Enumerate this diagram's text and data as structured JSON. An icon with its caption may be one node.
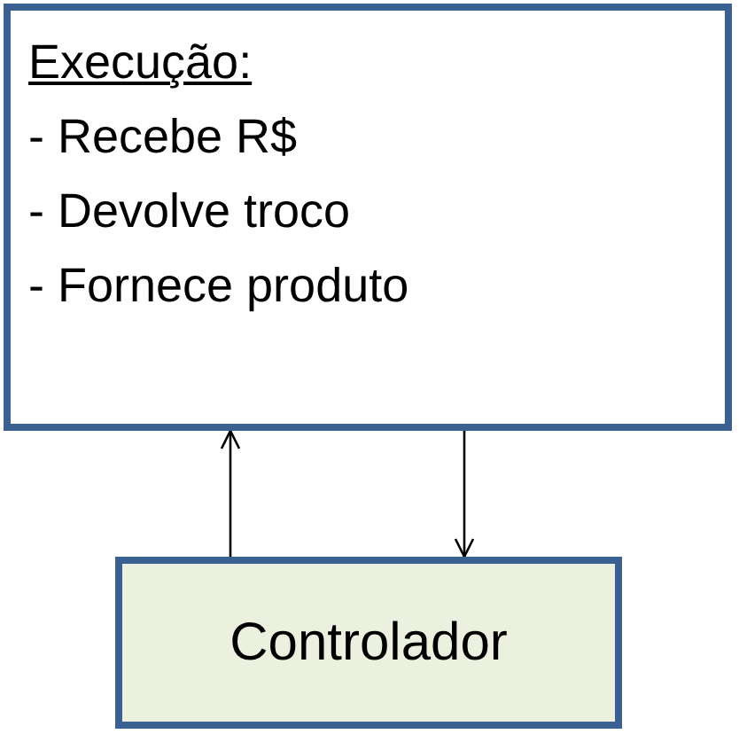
{
  "diagram": {
    "nodes": [
      {
        "text": [
          "Execução:",
          "- Recebe R$",
          "- Devolve troco",
          "- Fornece produto"
        ]
      },
      {
        "text": [
          "Controlador"
        ]
      }
    ],
    "edges": [
      {
        "from": 1,
        "to": 0,
        "arrow": "to"
      },
      {
        "from": 0,
        "to": 1,
        "arrow": "to"
      }
    ]
  }
}
